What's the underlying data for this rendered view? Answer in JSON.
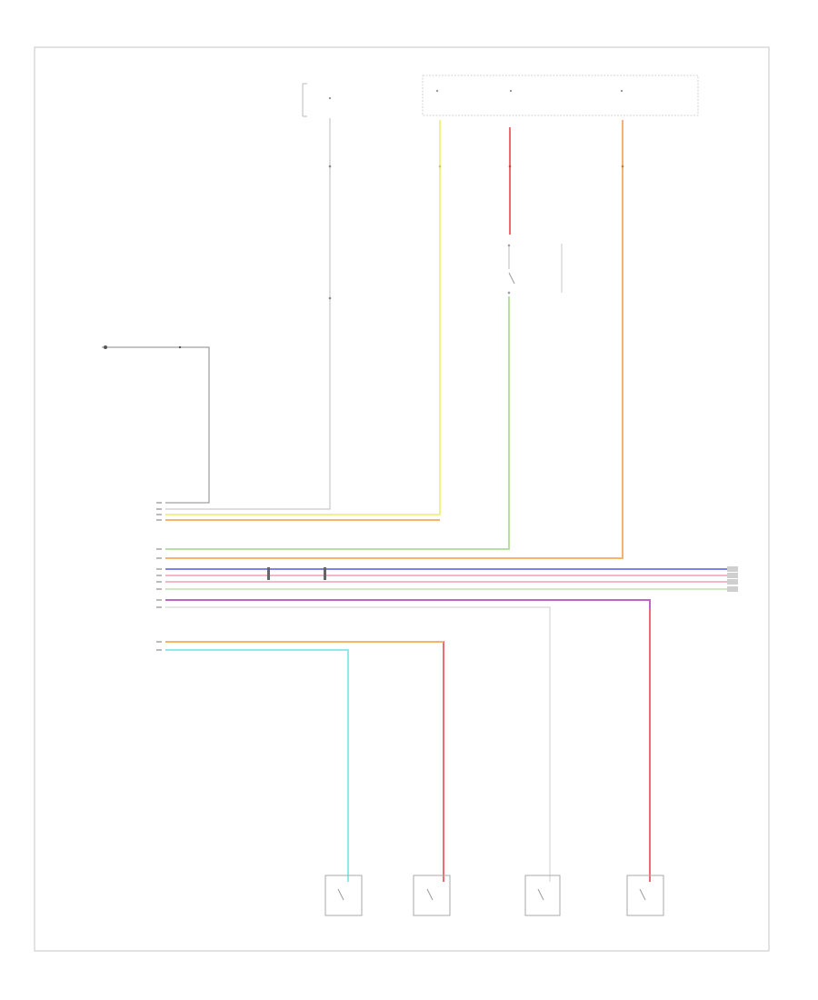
{
  "diagram": {
    "footer_code": "",
    "top_components": [
      {
        "id": "fuse_a",
        "label": ""
      },
      {
        "id": "fuse_b",
        "label": ""
      },
      {
        "id": "fuse_c",
        "label": ""
      },
      {
        "id": "fuse_d",
        "label": ""
      }
    ],
    "module_left_label": "",
    "module_bottom_label": "",
    "switch_label": "",
    "bottom_components": [
      {
        "id": "lock_1",
        "label": ""
      },
      {
        "id": "lock_2",
        "label": ""
      },
      {
        "id": "lock_3",
        "label": ""
      },
      {
        "id": "lock_4",
        "label": ""
      }
    ]
  },
  "wire_colors": {
    "gray": "#bdbdbd",
    "yellow": "#f2f28a",
    "orange": "#f7b26b",
    "red": "#ef6b74",
    "pink": "#f5b7c8",
    "green": "#b8e0a0",
    "green_light": "#cfe9c3",
    "blue": "#7e83e8",
    "violet": "#c065c8",
    "cyan": "#8fe9ef",
    "black": "#555555"
  }
}
